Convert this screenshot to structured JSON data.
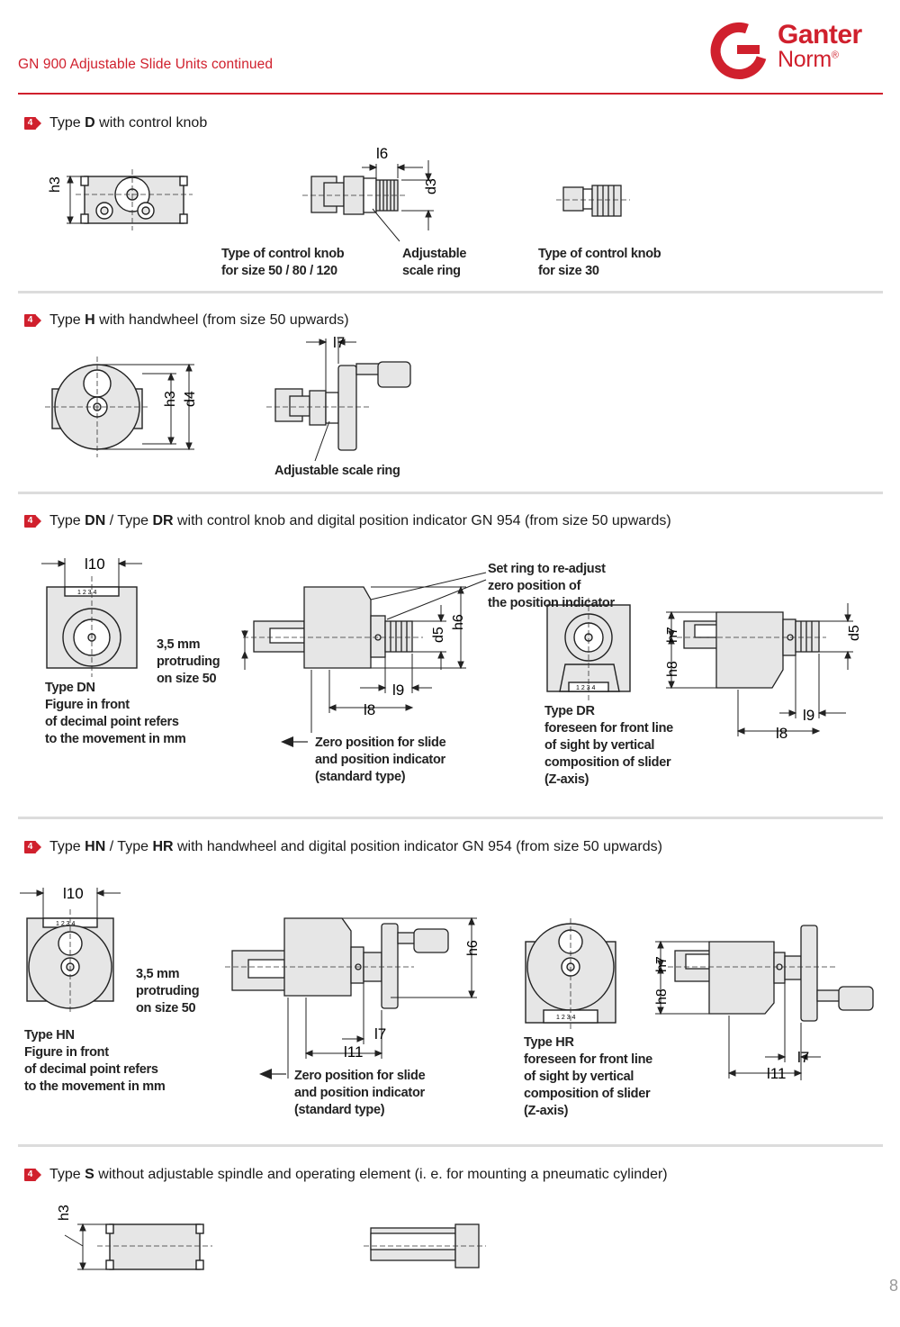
{
  "header": {
    "title": "GN 900 Adjustable Slide Units continued",
    "logo_line1": "Ganter",
    "logo_line2": "Norm",
    "logo_mark": "®"
  },
  "sections": [
    {
      "marker": "4",
      "title_prefix": "Type ",
      "title_bold": "D",
      "title_rest": " with control knob",
      "labels": {
        "h3": "h3",
        "l6": "l6",
        "d3": "d3",
        "knob_caption_1": "Type of control knob",
        "knob_caption_2": "for size 50 / 80 / 120",
        "ring_caption_1": "Adjustable",
        "ring_caption_2": "scale ring",
        "knob30_caption_1": "Type of control knob",
        "knob30_caption_2": "for size 30"
      }
    },
    {
      "marker": "4",
      "title_prefix": "Type ",
      "title_bold": "H",
      "title_rest": " with handwheel (from size 50 upwards)",
      "labels": {
        "h3": "h3",
        "d4": "d4",
        "l7": "l7",
        "ring_caption": "Adjustable scale ring"
      }
    },
    {
      "marker": "4",
      "title_prefix": "Type ",
      "title_bold": "DN",
      "title_mid": " / Type ",
      "title_bold2": "DR",
      "title_rest": " with control knob and digital position indicator GN 954 (from size 50 upwards)",
      "labels": {
        "l10": "l10",
        "d5": "d5",
        "h6": "h6",
        "l9": "l9",
        "l8": "l8",
        "h7": "h7",
        "h8": "h8",
        "protrude_1": "3,5 mm",
        "protrude_2": "protruding",
        "protrude_3": "on size 50",
        "dn_title": "Type DN",
        "dn_1": "Figure in front",
        "dn_2": "of decimal point refers",
        "dn_3": "to the movement in mm",
        "set_ring_1": "Set ring to re-adjust",
        "set_ring_2": "zero position of",
        "set_ring_3": "the position indicator",
        "zero_1": "Zero position for slide",
        "zero_2": "and position indicator",
        "zero_3": "(standard type)",
        "dr_title": "Type DR",
        "dr_1": "foreseen for front line",
        "dr_2": "of sight by vertical",
        "dr_3": "composition of slider",
        "dr_4": "(Z-axis)",
        "counter": "1 2 3 4"
      }
    },
    {
      "marker": "4",
      "title_prefix": "Type ",
      "title_bold": "HN",
      "title_mid": " / Type ",
      "title_bold2": "HR",
      "title_rest": " with handwheel and digital position indicator GN 954 (from size 50 upwards)",
      "labels": {
        "l10": "l10",
        "h6": "h6",
        "l7": "l7",
        "l11": "l11",
        "h7": "h7",
        "h8": "h8",
        "protrude_1": "3,5 mm",
        "protrude_2": "protruding",
        "protrude_3": "on size 50",
        "hn_title": "Type HN",
        "hn_1": "Figure in front",
        "hn_2": "of decimal point refers",
        "hn_3": "to the movement in mm",
        "zero_1": "Zero position for slide",
        "zero_2": "and position indicator",
        "zero_3": "(standard type)",
        "hr_title": "Type HR",
        "hr_1": "foreseen for front line",
        "hr_2": "of sight by vertical",
        "hr_3": "composition of slider",
        "hr_4": "(Z-axis)",
        "counter": "1 2 3 4"
      }
    },
    {
      "marker": "4",
      "title_prefix": "Type ",
      "title_bold": "S",
      "title_rest": " without adjustable spindle and operating element (i. e. for mounting a pneumatic cylinder)",
      "labels": {
        "h3": "h3"
      }
    }
  ],
  "page_number": "8",
  "colors": {
    "brand_red": "#d0202d",
    "separator": "#dcdcdc",
    "part_fill": "#e6e6e6"
  }
}
